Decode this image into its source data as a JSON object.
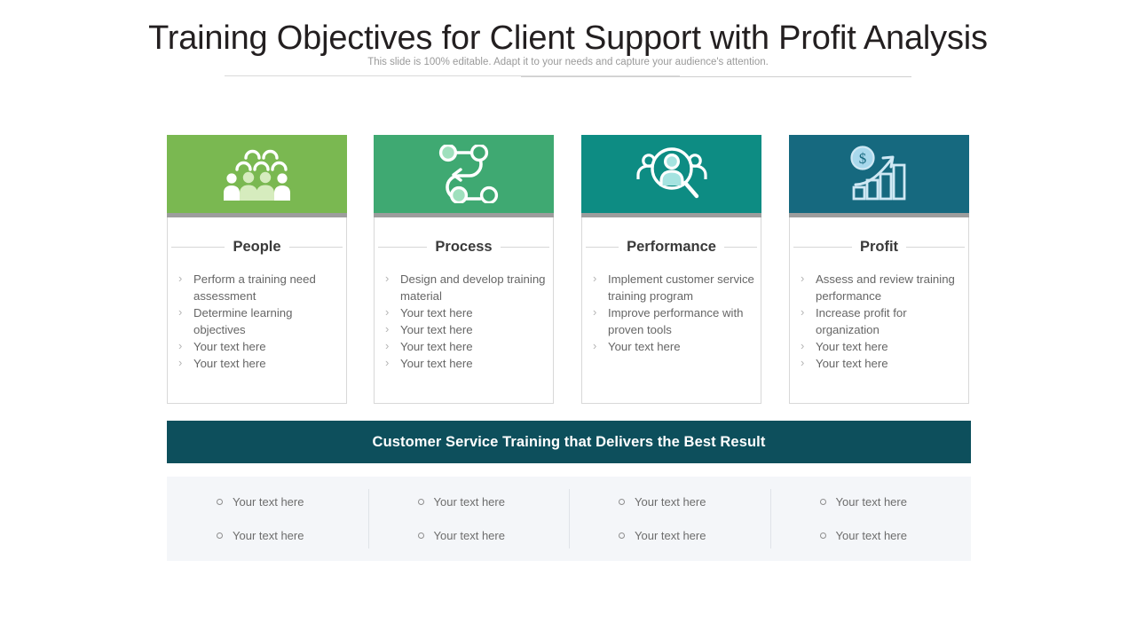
{
  "header": {
    "title": "Training Objectives for Client Support with Profit Analysis",
    "subtitle": "This slide is 100% editable. Adapt it to your needs and capture your audience's attention."
  },
  "colors": {
    "people_header": "#7ab851",
    "process_header": "#3fa972",
    "performance_header": "#0d8c83",
    "profit_header": "#16697f",
    "banner": "#0d4f5c",
    "header_underline": "#9d9d9d",
    "footer_bg": "#f4f6f9",
    "title_text": "#231f20",
    "body_text": "#666666"
  },
  "cards": [
    {
      "id": "people",
      "title": "People",
      "icon": "people-group-icon",
      "header_color": "#7ab851",
      "bullets": [
        "Perform a training need assessment",
        "Determine learning objectives",
        "Your text here",
        "Your text here"
      ]
    },
    {
      "id": "process",
      "title": "Process",
      "icon": "process-flow-icon",
      "header_color": "#3fa972",
      "bullets": [
        "Design and develop training material",
        "Your text here",
        "Your text here",
        "Your text here",
        "Your text here"
      ]
    },
    {
      "id": "performance",
      "title": "Performance",
      "icon": "people-magnifier-icon",
      "header_color": "#0d8c83",
      "bullets": [
        "Implement customer service training program",
        "Improve performance with proven tools",
        "Your text here"
      ]
    },
    {
      "id": "profit",
      "title": "Profit",
      "icon": "growth-chart-dollar-icon",
      "header_color": "#16697f",
      "bullets": [
        "Assess and review training performance",
        "Increase profit for organization",
        "Your text here",
        "Your text here"
      ]
    }
  ],
  "banner": {
    "text": "Customer Service Training that Delivers the Best Result"
  },
  "footer": {
    "columns": [
      {
        "items": [
          "Your text here",
          "Your text here"
        ]
      },
      {
        "items": [
          "Your text here",
          "Your text here"
        ]
      },
      {
        "items": [
          "Your text here",
          "Your text here"
        ]
      },
      {
        "items": [
          "Your text here",
          "Your text here"
        ]
      }
    ]
  },
  "bullet_glyph": "›"
}
